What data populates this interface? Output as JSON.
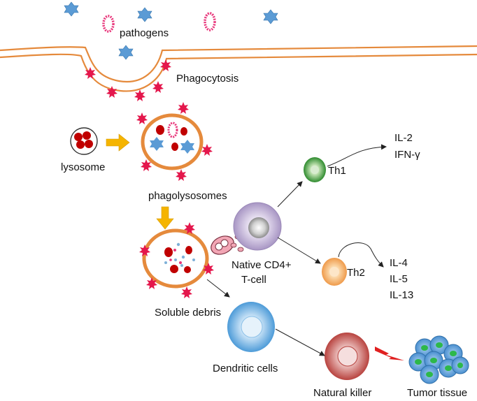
{
  "labels": {
    "pathogens": "pathogens",
    "phagocytosis": "Phagocytosis",
    "lysosome": "lysosome",
    "phagolysosomes": "phagolysosomes",
    "th1": "Th1",
    "th1_cytokine_1": "IL-2",
    "th1_cytokine_2": "IFN-γ",
    "th2": "Th2",
    "th2_cytokine_1": "IL-4",
    "th2_cytokine_2": "IL-5",
    "th2_cytokine_3": "IL-13",
    "native_cd4_line1": "Native CD4+",
    "native_cd4_line2": "T-cell",
    "soluble_debris": "Soluble debris",
    "dendritic_cells": "Dendritic cells",
    "natural_killer": "Natural killer",
    "tumor_tissue": "Tumor tissue"
  },
  "colors": {
    "membrane": "#e58a3c",
    "pathogen_star": "#5b9bd5",
    "pathogen_ring": "#e8357a",
    "red_star": "#e4174c",
    "lysosome_granule": "#c00000",
    "arrow_yellow": "#f5b400",
    "th1_cell": "#3a9a3a",
    "th2_cell": "#f0a050",
    "cd4_cell": "#b9a9cf",
    "dendritic_cell": "#5aa7e0",
    "nk_cell": "#c0504d",
    "tumor_cell": "#5b9bd5",
    "tumor_nucleus": "#2db84a",
    "lightning": "#e02020"
  },
  "icons": [
    "blue-star-pathogen-icon",
    "pink-ring-pathogen-icon",
    "red-star-icon",
    "lightning-bolt-icon"
  ]
}
